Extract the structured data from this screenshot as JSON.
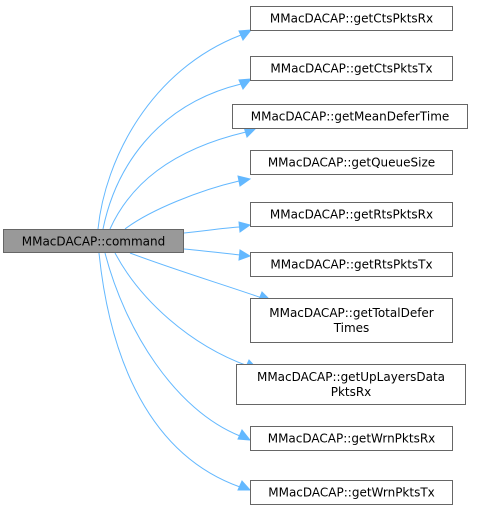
{
  "diagram": {
    "source": {
      "name": "MMacDACAP::command"
    },
    "targets": [
      {
        "lines": [
          "MMacDACAP::getCtsPktsRx"
        ]
      },
      {
        "lines": [
          "MMacDACAP::getCtsPktsTx"
        ]
      },
      {
        "lines": [
          "MMacDACAP::getMeanDeferTime"
        ]
      },
      {
        "lines": [
          "MMacDACAP::getQueueSize"
        ]
      },
      {
        "lines": [
          "MMacDACAP::getRtsPktsRx"
        ]
      },
      {
        "lines": [
          "MMacDACAP::getRtsPktsTx"
        ]
      },
      {
        "lines": [
          "MMacDACAP::getTotalDefer",
          "Times"
        ]
      },
      {
        "lines": [
          "MMacDACAP::getUpLayersData",
          "PktsRx"
        ]
      },
      {
        "lines": [
          "MMacDACAP::getWrnPktsRx"
        ]
      },
      {
        "lines": [
          "MMacDACAP::getWrnPktsTx"
        ]
      }
    ]
  },
  "colors": {
    "source_fill": "#999999",
    "node_border": "#666666",
    "edge": "#63b8ff"
  }
}
